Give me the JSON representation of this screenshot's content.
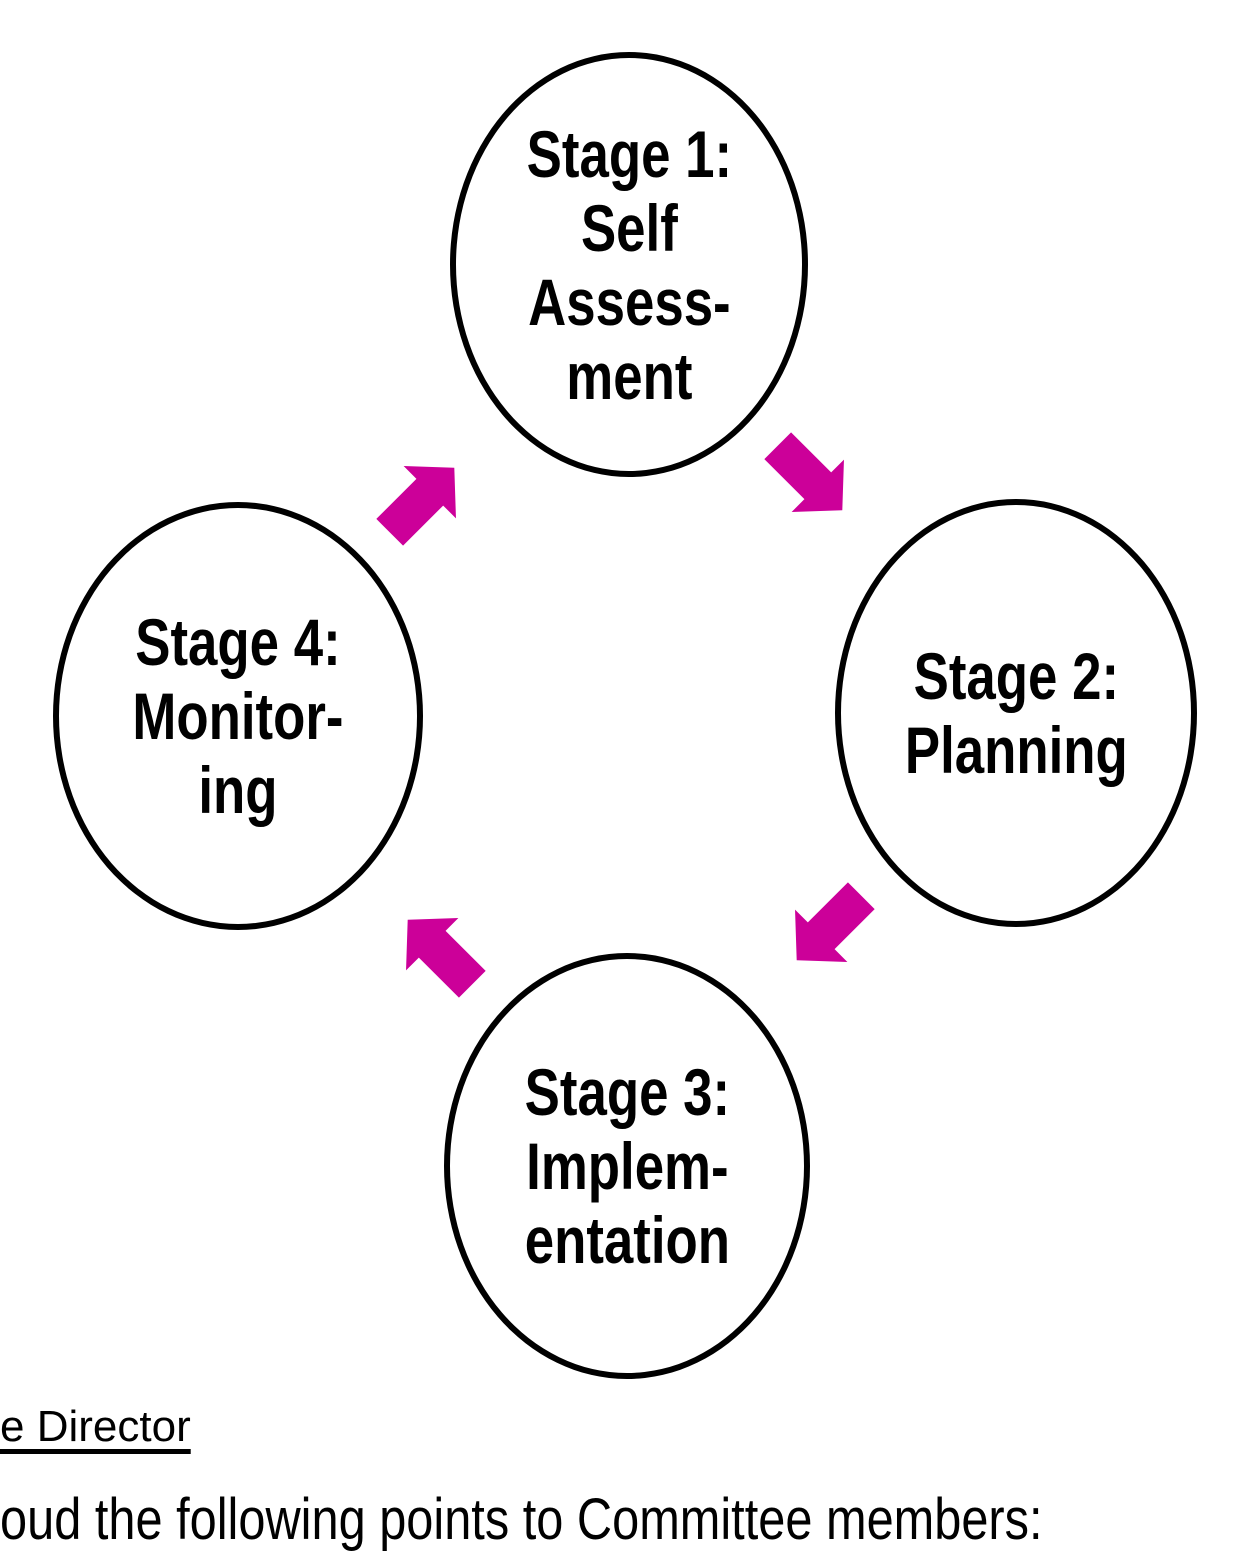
{
  "colors": {
    "arrow": "#CC0099",
    "circle_stroke": "#000000",
    "text": "#000000",
    "background": "#FFFFFF"
  },
  "diagram": {
    "stages": [
      {
        "id": "stage-1",
        "label": "Stage 1:\nSelf\nAssess-\nment"
      },
      {
        "id": "stage-2",
        "label": "Stage 2:\nPlanning"
      },
      {
        "id": "stage-3",
        "label": "Stage 3:\nImplem-\nentation"
      },
      {
        "id": "stage-4",
        "label": "Stage 4:\nMonitor-\ning"
      }
    ],
    "arrows": [
      {
        "from": "stage-1",
        "to": "stage-2",
        "direction": "down-right"
      },
      {
        "from": "stage-2",
        "to": "stage-3",
        "direction": "down-left"
      },
      {
        "from": "stage-3",
        "to": "stage-4",
        "direction": "up-left"
      },
      {
        "from": "stage-4",
        "to": "stage-1",
        "direction": "up-right"
      }
    ]
  },
  "document_text": {
    "heading_fragment": "e Director",
    "body_fragment": "oud the following points to Committee members:"
  }
}
